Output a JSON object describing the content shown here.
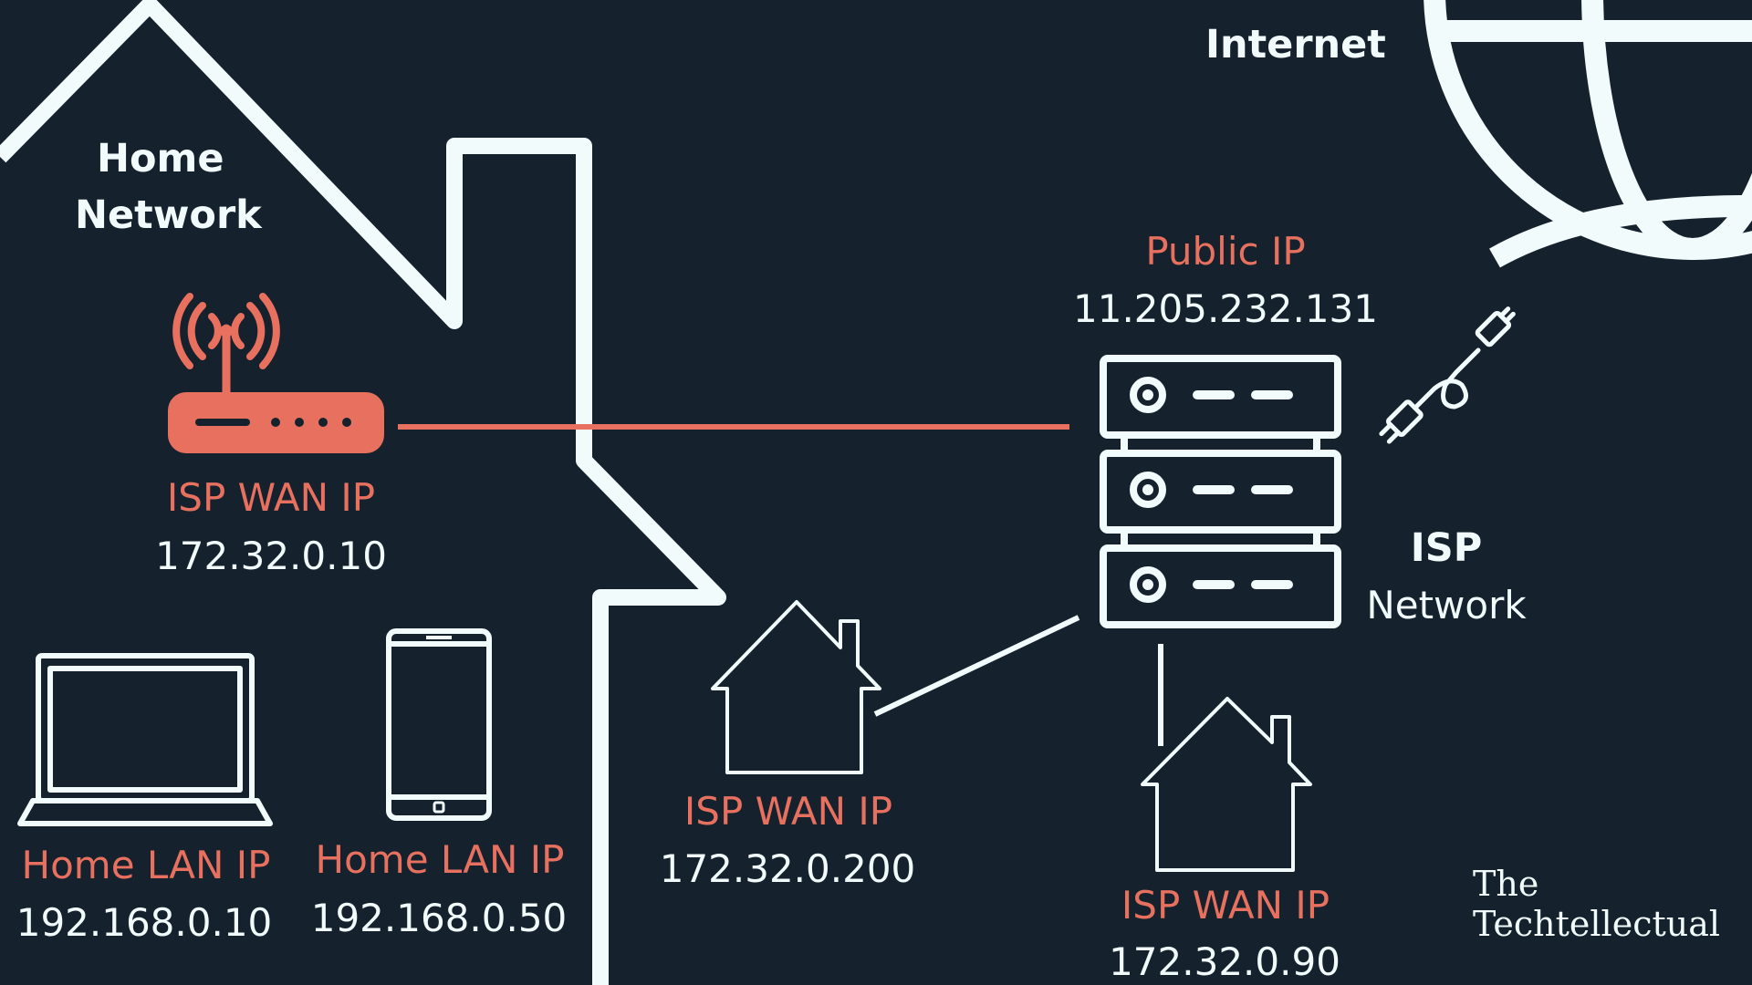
{
  "title": {
    "home_network": [
      "Home",
      "Network"
    ],
    "internet": "Internet",
    "isp_network": [
      "ISP",
      "Network"
    ]
  },
  "router": {
    "label": "ISP WAN IP",
    "ip": "172.32.0.10"
  },
  "public": {
    "label": "Public IP",
    "ip": "11.205.232.131"
  },
  "laptop": {
    "label": "Home LAN IP",
    "ip": "192.168.0.10"
  },
  "phone": {
    "label": "Home LAN IP",
    "ip": "192.168.0.50"
  },
  "neighbor1": {
    "label": "ISP WAN IP",
    "ip": "172.32.0.200"
  },
  "neighbor2": {
    "label": "ISP WAN IP",
    "ip": "172.32.0.90"
  },
  "brand": [
    "The",
    "Techtellectual"
  ],
  "colors": {
    "background": "#15222d",
    "accent": "#e8705f",
    "line": "#f1fbfc"
  },
  "icons": [
    "house-outline",
    "router-icon",
    "laptop-icon",
    "phone-icon",
    "server-rack-icon",
    "cable-icon",
    "globe-icon",
    "house-icon"
  ]
}
